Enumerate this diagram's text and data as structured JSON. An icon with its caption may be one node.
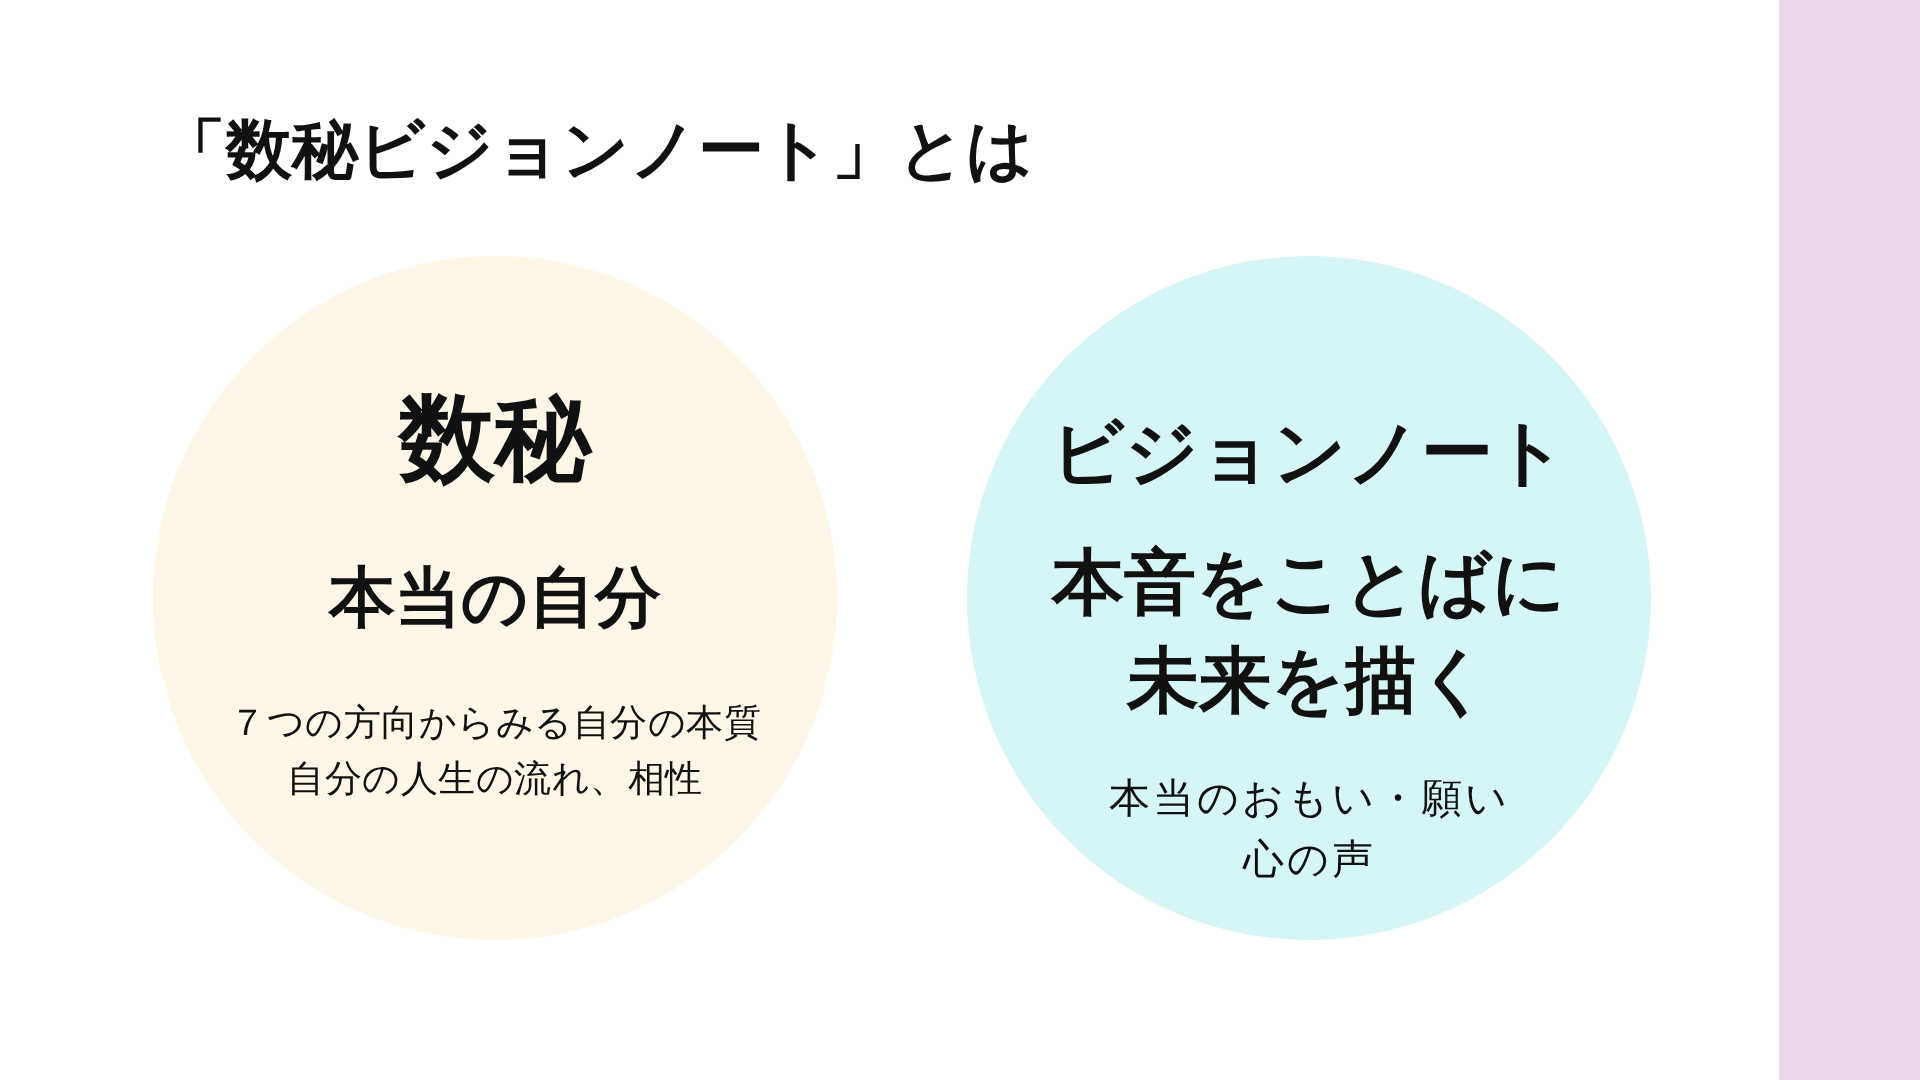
{
  "diagram": {
    "title": "「数秘ビジョンノート」とは",
    "nodes": [
      {
        "text": [
          "数秘",
          "本当の自分",
          "７つの方向からみる自分の本質",
          "自分の人生の流れ、相性"
        ]
      },
      {
        "text": [
          "ビジョンノート",
          "本音をことばに未来を描く",
          "本当のおもい・願い",
          "心の声"
        ]
      },
      {
        "text": [],
        "shape": "bar"
      }
    ]
  }
}
